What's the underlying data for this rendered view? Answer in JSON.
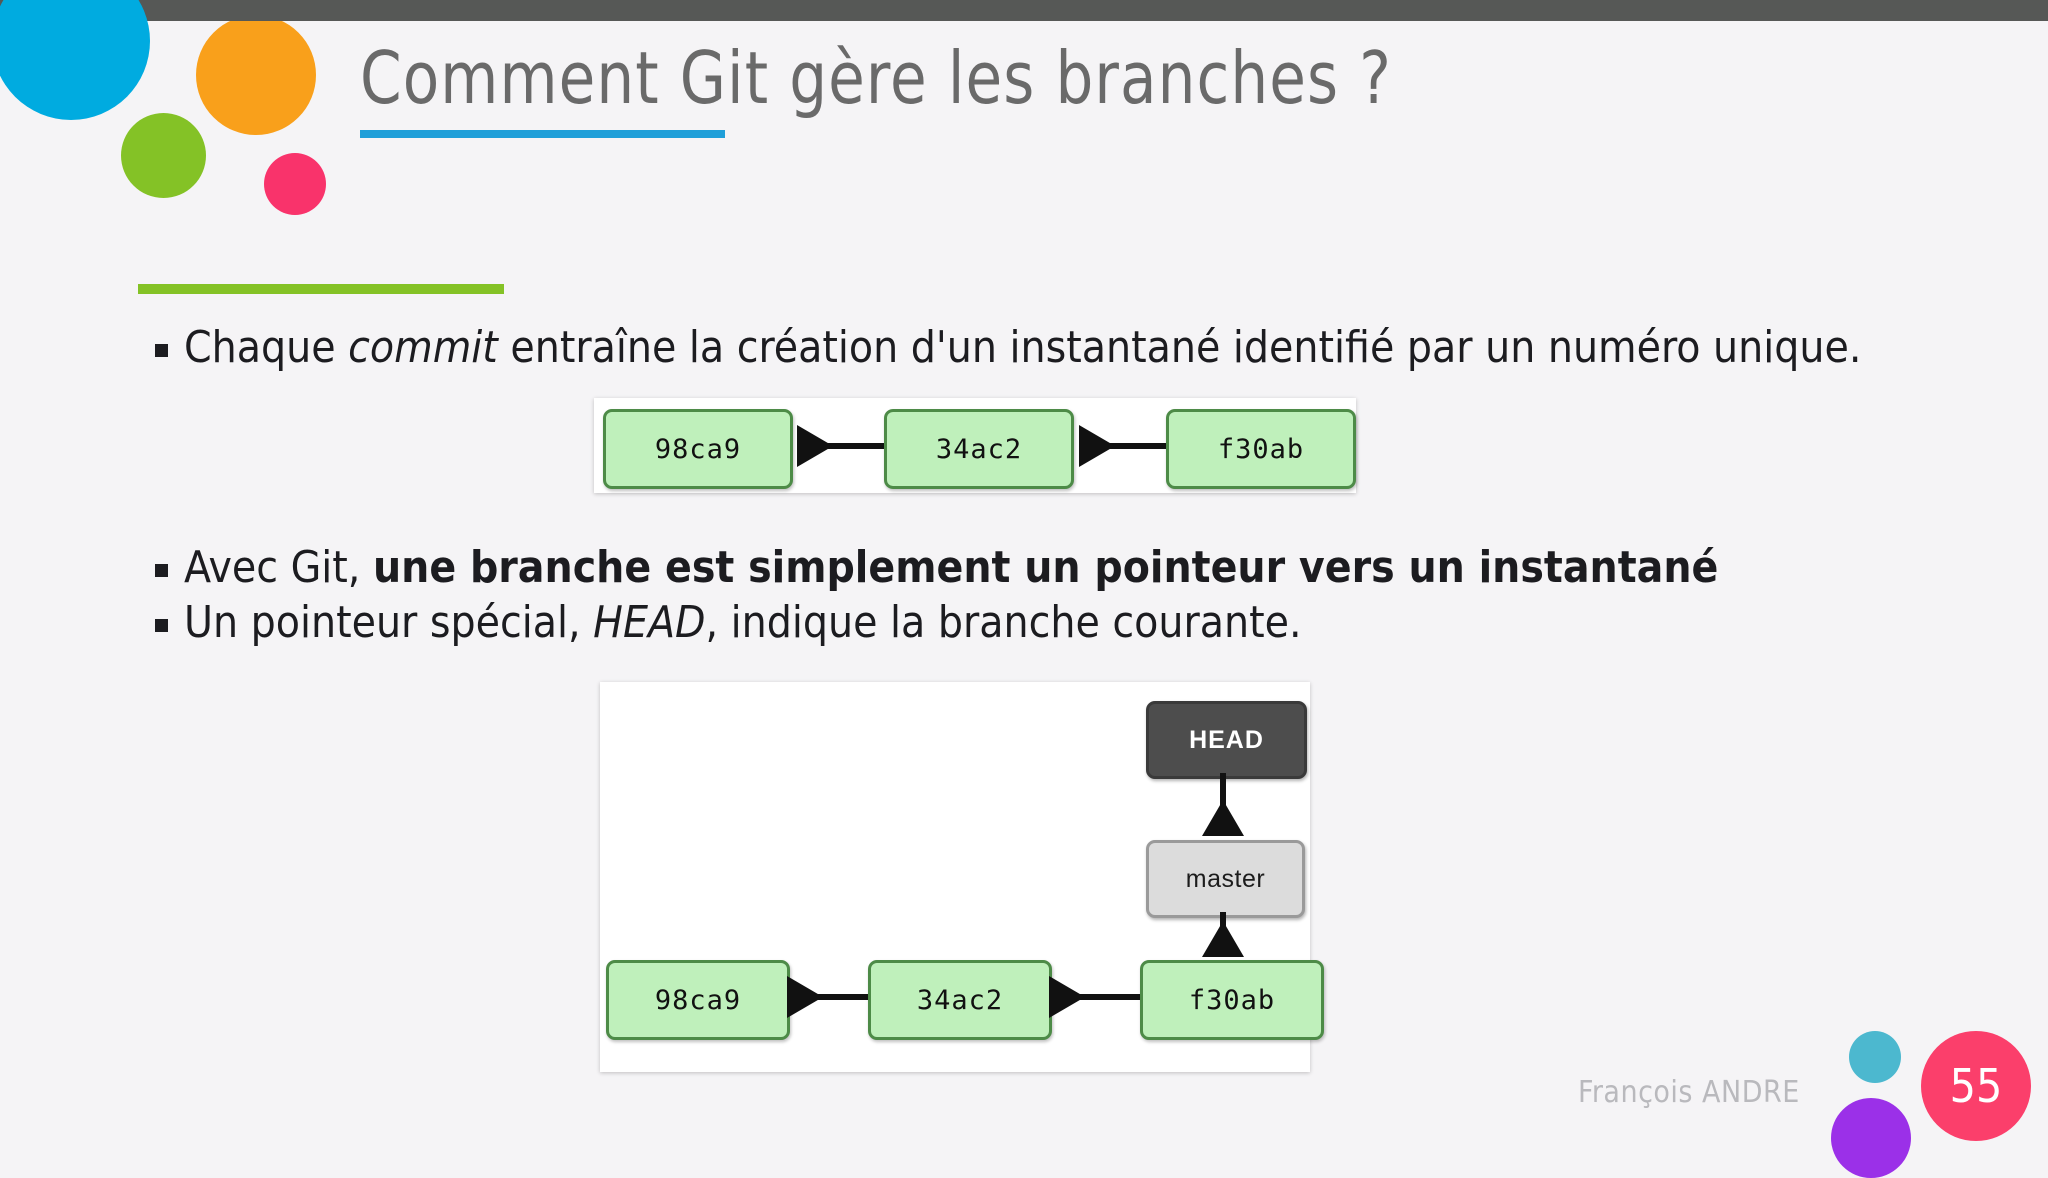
{
  "slide": {
    "title": "Comment Git gère les branches ?",
    "page_number": "55",
    "author": "François ANDRE",
    "accent_colors": {
      "top_bar": "#565856",
      "title_underline": "#1f9fd9",
      "accent_rule": "#84c226",
      "page_badge": "#fb3f6b",
      "deco_blue": "#00abe0",
      "deco_orange": "#f9a01b",
      "deco_green": "#84c226",
      "deco_pink": "#f9336b",
      "foot_teal": "#4cb8cf",
      "foot_purple": "#9b30e8",
      "commit_fill": "#bff0bb",
      "commit_border": "#4d8b47",
      "head_fill": "#4d4d4d",
      "master_fill": "#dcdcdc"
    }
  },
  "bullets": {
    "b1": {
      "lead": "Chaque ",
      "italic": "commit",
      "tail": " entraîne la création d'un instantané identifié par un numéro unique."
    },
    "b2": {
      "lead": "Avec Git, ",
      "bold": "une branche est simplement un pointeur vers un instantané"
    },
    "b3": {
      "lead": "Un pointeur spécial, ",
      "italic": "HEAD",
      "tail": ", indique la branche courante."
    }
  },
  "diagram_commits": {
    "boxes": [
      {
        "label": "98ca9"
      },
      {
        "label": "34ac2"
      },
      {
        "label": "f30ab"
      }
    ]
  },
  "diagram_head": {
    "head_label": "HEAD",
    "master_label": "master",
    "boxes": [
      {
        "label": "98ca9"
      },
      {
        "label": "34ac2"
      },
      {
        "label": "f30ab"
      }
    ]
  }
}
